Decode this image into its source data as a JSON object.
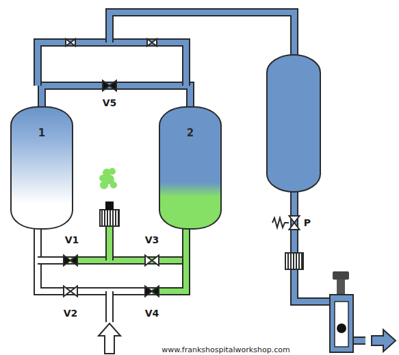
{
  "diagram": {
    "nodes": [
      {
        "text": [
          "1"
        ]
      },
      {
        "text": [
          "2"
        ]
      }
    ],
    "edges": [
      {
        "from": 0,
        "to": 1,
        "arrow": "none"
      }
    ],
    "labels": [
      "V5",
      "P",
      "V1",
      "V3",
      "V2",
      "V4",
      "www.frankshospitalworkshop.com"
    ]
  }
}
